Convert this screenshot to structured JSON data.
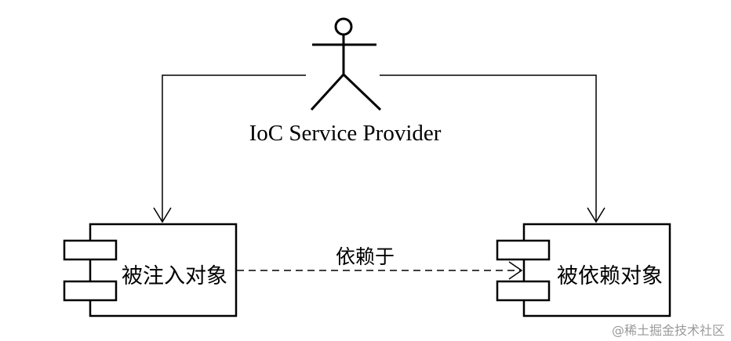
{
  "actor": {
    "name": "IoC Service Provider"
  },
  "components": {
    "injected": {
      "label": "被注入对象"
    },
    "dependency": {
      "label": "被依赖对象"
    }
  },
  "relation": {
    "label": "依赖于"
  },
  "watermark": {
    "text": "@稀土掘金技术社区"
  },
  "colors": {
    "stroke": "#000000",
    "background": "#ffffff",
    "watermark": "#9a9a9a"
  }
}
